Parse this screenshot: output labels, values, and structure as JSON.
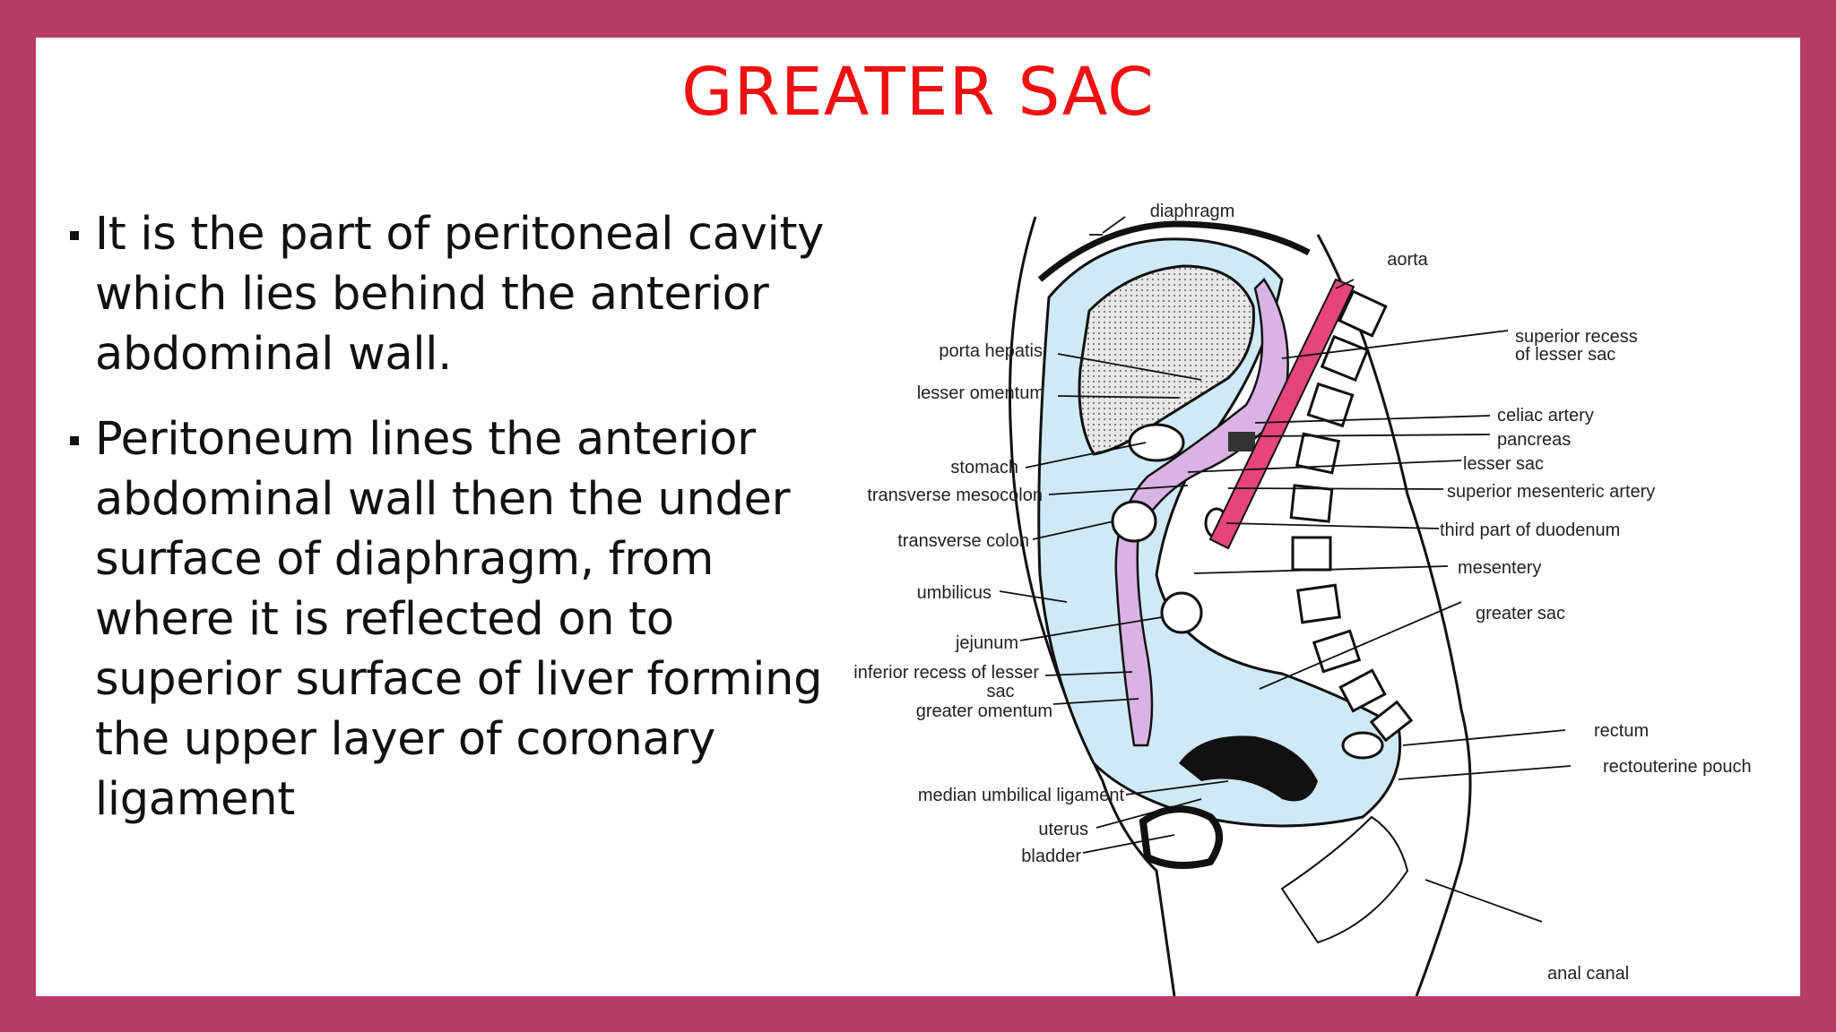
{
  "slide": {
    "title": "GREATER SAC",
    "bullets": [
      "It is the part of peritoneal cavity which lies behind the anterior abdominal wall.",
      "Peritoneum lines the anterior abdominal wall then the under surface of diaphragm, from where it is reflected on to superior surface of liver forming the upper layer of coronary ligament"
    ]
  },
  "diagram": {
    "labels": {
      "diaphragm": "diaphragm",
      "aorta": "aorta",
      "superior_recess_1": "superior recess",
      "superior_recess_2": "of lesser sac",
      "porta_hepatis": "porta hepatis",
      "lesser_omentum": "lesser omentum",
      "celiac_artery": "celiac artery",
      "pancreas": "pancreas",
      "stomach": "stomach",
      "lesser_sac": "lesser sac",
      "transverse_mesocolon": "transverse mesocolon",
      "superior_mesenteric_artery": "superior mesenteric artery",
      "transverse_colon": "transverse colon",
      "third_part_duodenum": "third part of duodenum",
      "mesentery": "mesentery",
      "umbilicus": "umbilicus",
      "greater_sac": "greater sac",
      "jejunum": "jejunum",
      "inferior_recess_1": "inferior recess of lesser",
      "inferior_recess_2": "sac",
      "greater_omentum": "greater omentum",
      "rectum": "rectum",
      "rectouterine_pouch": "rectouterine pouch",
      "median_umbilical_ligament": "median umbilical ligament",
      "uterus": "uterus",
      "bladder": "bladder",
      "anal_canal": "anal canal"
    },
    "colors": {
      "peritoneal_cavity": "#cfeaf4",
      "omentum": "#d9b3e3",
      "aorta": "#e5457a",
      "outline": "#111111"
    }
  }
}
